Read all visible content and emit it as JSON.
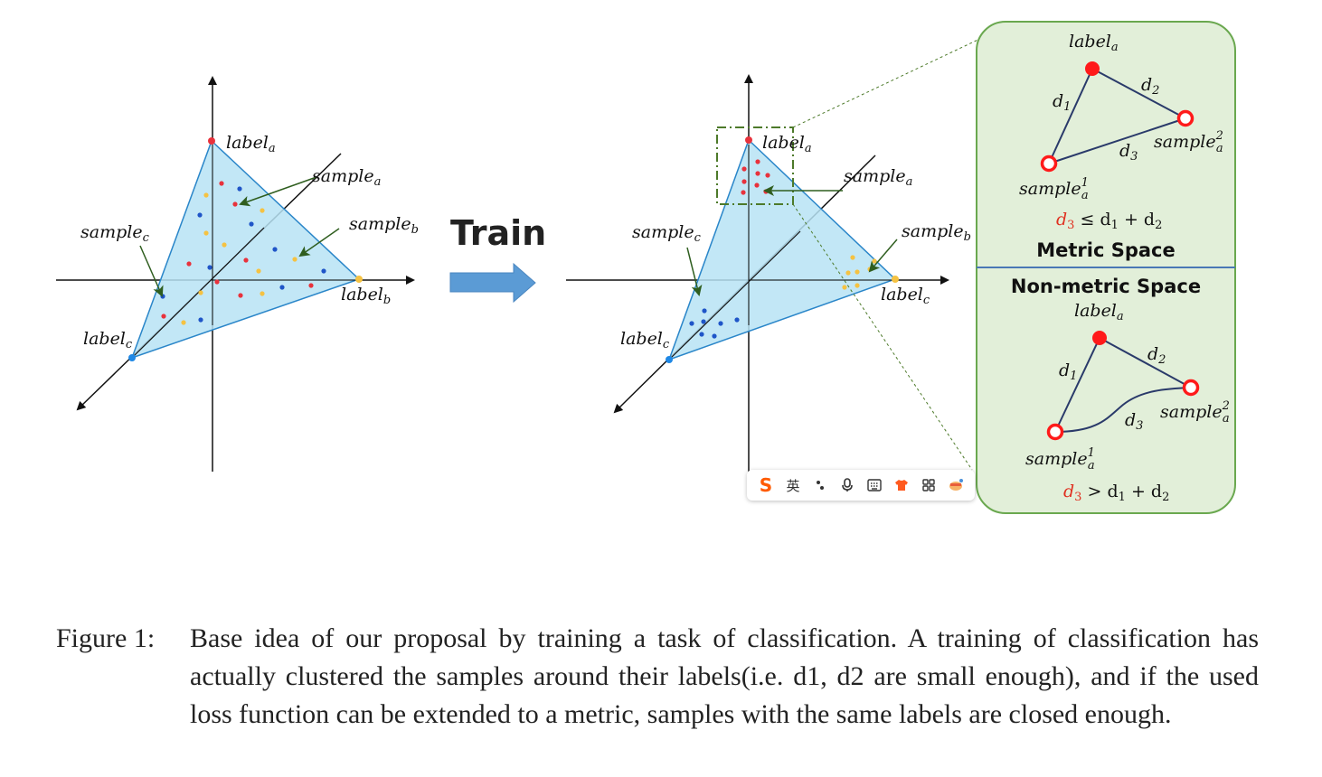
{
  "left_panel": {
    "label_a": "label",
    "label_a_sub": "a",
    "label_b": "label",
    "label_b_sub": "b",
    "label_c": "label",
    "label_c_sub": "c",
    "sample_a": "sample",
    "sample_a_sub": "a",
    "sample_b": "sample",
    "sample_b_sub": "b",
    "sample_c": "sample",
    "sample_c_sub": "c"
  },
  "arrow_label": "Train",
  "right_panel": {
    "label_a": "label",
    "label_a_sub": "a",
    "label_c_right": "label",
    "label_c_right_sub": "c",
    "label_c": "label",
    "label_c_sub": "c",
    "sample_a": "sample",
    "sample_a_sub": "a",
    "sample_b": "sample",
    "sample_b_sub": "b",
    "sample_c": "sample",
    "sample_c_sub": "c"
  },
  "metric_box": {
    "colors": {
      "fill": "#e2efd9",
      "border": "#6aa84f",
      "divider": "#4a78b5"
    },
    "metric": {
      "label_a": "label",
      "label_a_sub": "a",
      "d1": "d",
      "d1_sub": "1",
      "d2": "d",
      "d2_sub": "2",
      "d3": "d",
      "d3_sub": "3",
      "sample1": "sample",
      "sample1_sub": "a",
      "sample1_sup": "1",
      "sample2": "sample",
      "sample2_sub": "a",
      "sample2_sup": "2",
      "inequality_lhs": "d",
      "inequality_lhs_sub": "3",
      "inequality_rest_1": " ≤ d",
      "inequality_rest_1_sub": "1",
      "inequality_rest_2": " + d",
      "inequality_rest_2_sub": "2",
      "title": "Metric Space"
    },
    "nonmetric": {
      "title": "Non-metric Space",
      "label_a": "label",
      "label_a_sub": "a",
      "d1": "d",
      "d1_sub": "1",
      "d2": "d",
      "d2_sub": "2",
      "d3": "d",
      "d3_sub": "3",
      "sample1": "sample",
      "sample1_sub": "a",
      "sample1_sup": "1",
      "sample2": "sample",
      "sample2_sub": "a",
      "sample2_sup": "2",
      "inequality_lhs": "d",
      "inequality_lhs_sub": "3",
      "inequality_rest_1": " > d",
      "inequality_rest_1_sub": "1",
      "inequality_rest_2": " + d",
      "inequality_rest_2_sub": "2"
    }
  },
  "colors": {
    "triangle_fill": "#b7e3f4",
    "triangle_stroke": "#2a86c9",
    "point_red": "#e8323c",
    "point_blue": "#1f55c8",
    "point_yellow": "#f5c242",
    "arrow_fill": "#5b9bd5",
    "zoom_box": "#4d7a2a"
  },
  "ime_toolbar": {
    "items": [
      "S",
      "英",
      "•,",
      "mic-icon",
      "keyboard-icon",
      "shirt-icon",
      "grid-icon",
      "skin-icon"
    ],
    "lang_label": "英"
  },
  "caption": {
    "number": "Figure 1:",
    "text": "Base idea of our proposal by training a task of classification. A training of classification has actually clustered the samples around their labels(i.e. d1, d2 are small enough), and if the used loss function can be extended to a metric, samples with the same labels are closed enough."
  }
}
